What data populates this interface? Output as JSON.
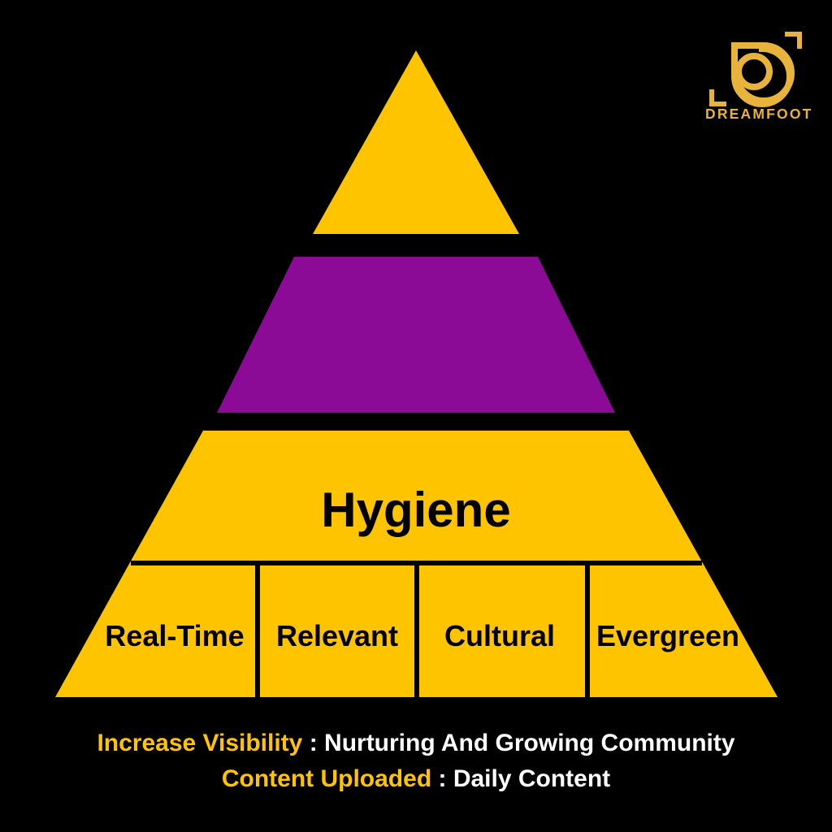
{
  "brand": {
    "name": "DREAMFOOT",
    "logo_icon": "dreamfoot-spiral-logo",
    "color": "#E8B33A"
  },
  "colors": {
    "background": "#000000",
    "tier_yellow": "#FFC400",
    "tier_purple": "#8B0A96",
    "text_dark": "#000000",
    "text_light": "#FFFFFF",
    "accent_gold": "#FFC400"
  },
  "pyramid": {
    "type": "pyramid",
    "tiers": [
      {
        "id": "tier-top",
        "label": "",
        "color": "#FFC400",
        "level": 1
      },
      {
        "id": "tier-middle",
        "label": "",
        "color": "#8B0A96",
        "level": 2
      },
      {
        "id": "tier-base",
        "label": "Hygiene",
        "color": "#FFC400",
        "level": 3
      }
    ],
    "base_segments": [
      {
        "id": "segment-real-time",
        "label": "Real-Time"
      },
      {
        "id": "segment-relevant",
        "label": "Relevant"
      },
      {
        "id": "segment-cultural",
        "label": "Cultural"
      },
      {
        "id": "segment-evergreen",
        "label": "Evergreen"
      }
    ]
  },
  "captions": [
    {
      "key": "Increase Visibility",
      "separator": " : ",
      "value": "Nurturing And Growing Community"
    },
    {
      "key": "Content Uploaded",
      "separator": " : ",
      "value": "Daily Content"
    }
  ]
}
